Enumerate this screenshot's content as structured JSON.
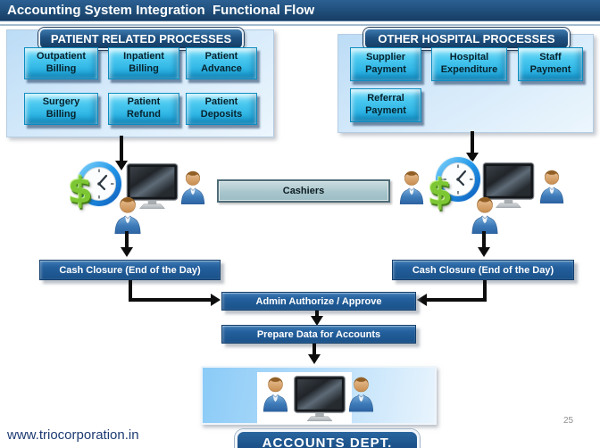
{
  "title": "Accounting System Integration  Functional Flow",
  "panels": {
    "patient": {
      "header": "PATIENT RELATED PROCESSES",
      "boxes": [
        "Outpatient Billing",
        "Inpatient Billing",
        "Patient Advance",
        "Surgery Billing",
        "Patient Refund",
        "Patient Deposits"
      ]
    },
    "other": {
      "header": "OTHER HOSPITAL PROCESSES",
      "boxes": [
        "Supplier Payment",
        "Hospital Expenditure",
        "Staff Payment",
        "Referral Payment"
      ]
    }
  },
  "flow": {
    "cashiers": "Cashiers",
    "cash_closure_left": "Cash Closure (End of the Day)",
    "cash_closure_right": "Cash Closure (End of the Day)",
    "admin_authorize": "Admin Authorize / Approve",
    "prepare_data": "Prepare Data for Accounts",
    "accounts_dept": "ACCOUNTS DEPT."
  },
  "icons": {
    "dollar": "$"
  },
  "footer": {
    "website": "www.triocorporation.in",
    "page_number": "25"
  },
  "colors": {
    "title_bar": "#1F4E79",
    "header_pill": "#1C4E7E",
    "process_box": "#29B6E8",
    "flow_box": "#1D5A96",
    "cashiers_bar": "#AFC9CF",
    "panel_bg": "#CFE6FA",
    "arrow": "#0D0D0D"
  }
}
